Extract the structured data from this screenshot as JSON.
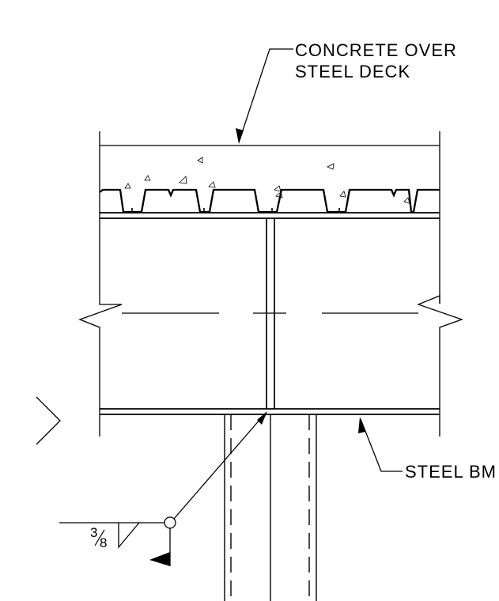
{
  "callouts": {
    "concrete_line1": "CONCRETE OVER",
    "concrete_line2": "STEEL DECK",
    "steel_beam": "STEEL BM"
  },
  "weld": {
    "size_num": "3",
    "size_den": "8"
  },
  "colors": {
    "line": "#000000",
    "background": "#ffffff"
  }
}
